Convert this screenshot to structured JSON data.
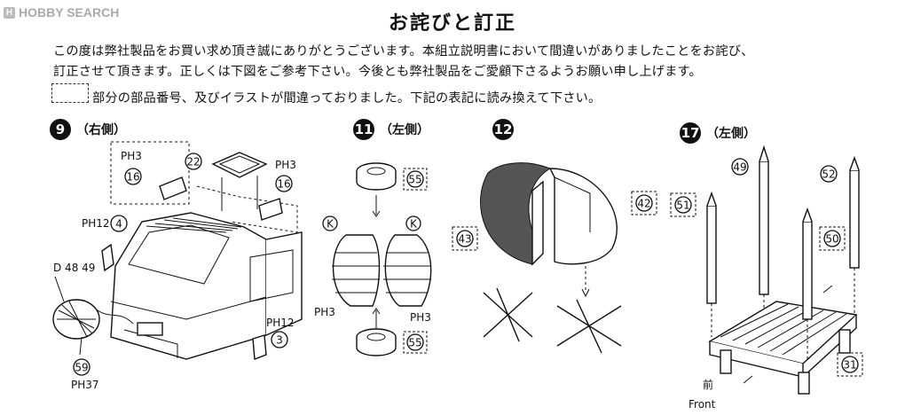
{
  "watermark": "HOBBY SEARCH",
  "title": "お詫びと訂正",
  "text": {
    "line1": "この度は弊社製品をお買い求め頂き誠にありがとうございます。本組立説明書において間違いがありましたことをお詫び、",
    "line2": "訂正させて頂きます。正しくは下図をご参考下さい。今後とも弊社製品をご愛顧下さるようお願い申し上げます。",
    "line3": "部分の部品番号、及びイラストが間違っておりました。下記の表記に読み換えて下さい。"
  },
  "steps": [
    {
      "number": "9",
      "side": "（右側）"
    },
    {
      "number": "11",
      "side": "（左側）"
    },
    {
      "number": "12",
      "side": ""
    },
    {
      "number": "17",
      "side": "（左側）"
    }
  ],
  "labels": {
    "p16a": "16",
    "p16b": "16",
    "p22": "22",
    "p4": "4",
    "p3": "3",
    "p59": "59",
    "ph3a": "PH3",
    "ph3b": "PH3",
    "ph12a": "PH12",
    "ph12b": "PH12",
    "ph37": "PH37",
    "d4849": "D 48 49",
    "p55a": "55",
    "p55b": "55",
    "k1": "K",
    "k2": "K",
    "ph3c": "PH3",
    "ph3d": "PH3",
    "p42": "42",
    "p43": "43",
    "p49": "49",
    "p52": "52",
    "p51": "51",
    "p50": "50",
    "p31": "31",
    "front_jp": "前",
    "front_en": "Front"
  }
}
